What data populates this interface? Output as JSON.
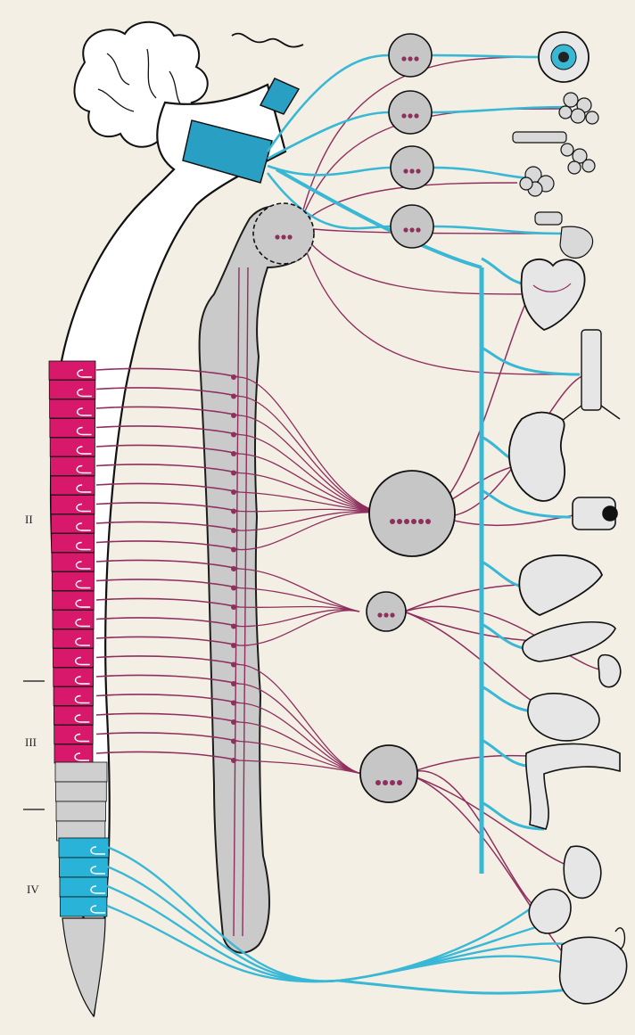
{
  "labels": {
    "region_2": "II",
    "region_3": "III",
    "region_4": "IV"
  },
  "colors": {
    "background": "#f4efe4",
    "parasympathetic": "#39b8d6",
    "sympathetic": "#8e2f5d",
    "thoracolumbar": "#d8186b",
    "sacral": "#2ab3d8",
    "ganglion_fill": "#b8b8b8",
    "cord_outline": "#111111"
  },
  "icons": {
    "organs": [
      "eye-icon",
      "lacrimal-gland-icon",
      "salivary-gland-icon",
      "parotid-gland-icon",
      "larynx-icon",
      "heart-icon",
      "trachea-bronchi-icon",
      "stomach-icon",
      "adrenal-icon",
      "liver-icon",
      "pancreas-icon",
      "kidney-icon",
      "small-intestine-icon",
      "colon-icon",
      "rectum-icon",
      "bladder-icon",
      "genital-organs-icon"
    ]
  }
}
